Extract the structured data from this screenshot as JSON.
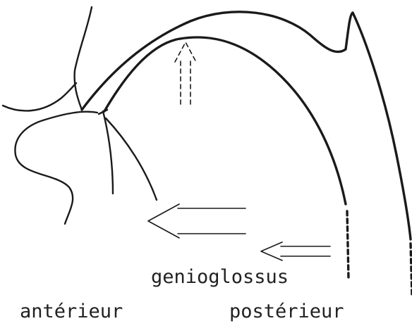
{
  "labels": {
    "muscle": "genioglossus",
    "anterior": "antérieur",
    "posterior": "postérieur"
  },
  "colors": {
    "ink": "#1a1a1a",
    "background": "#ffffff"
  }
}
